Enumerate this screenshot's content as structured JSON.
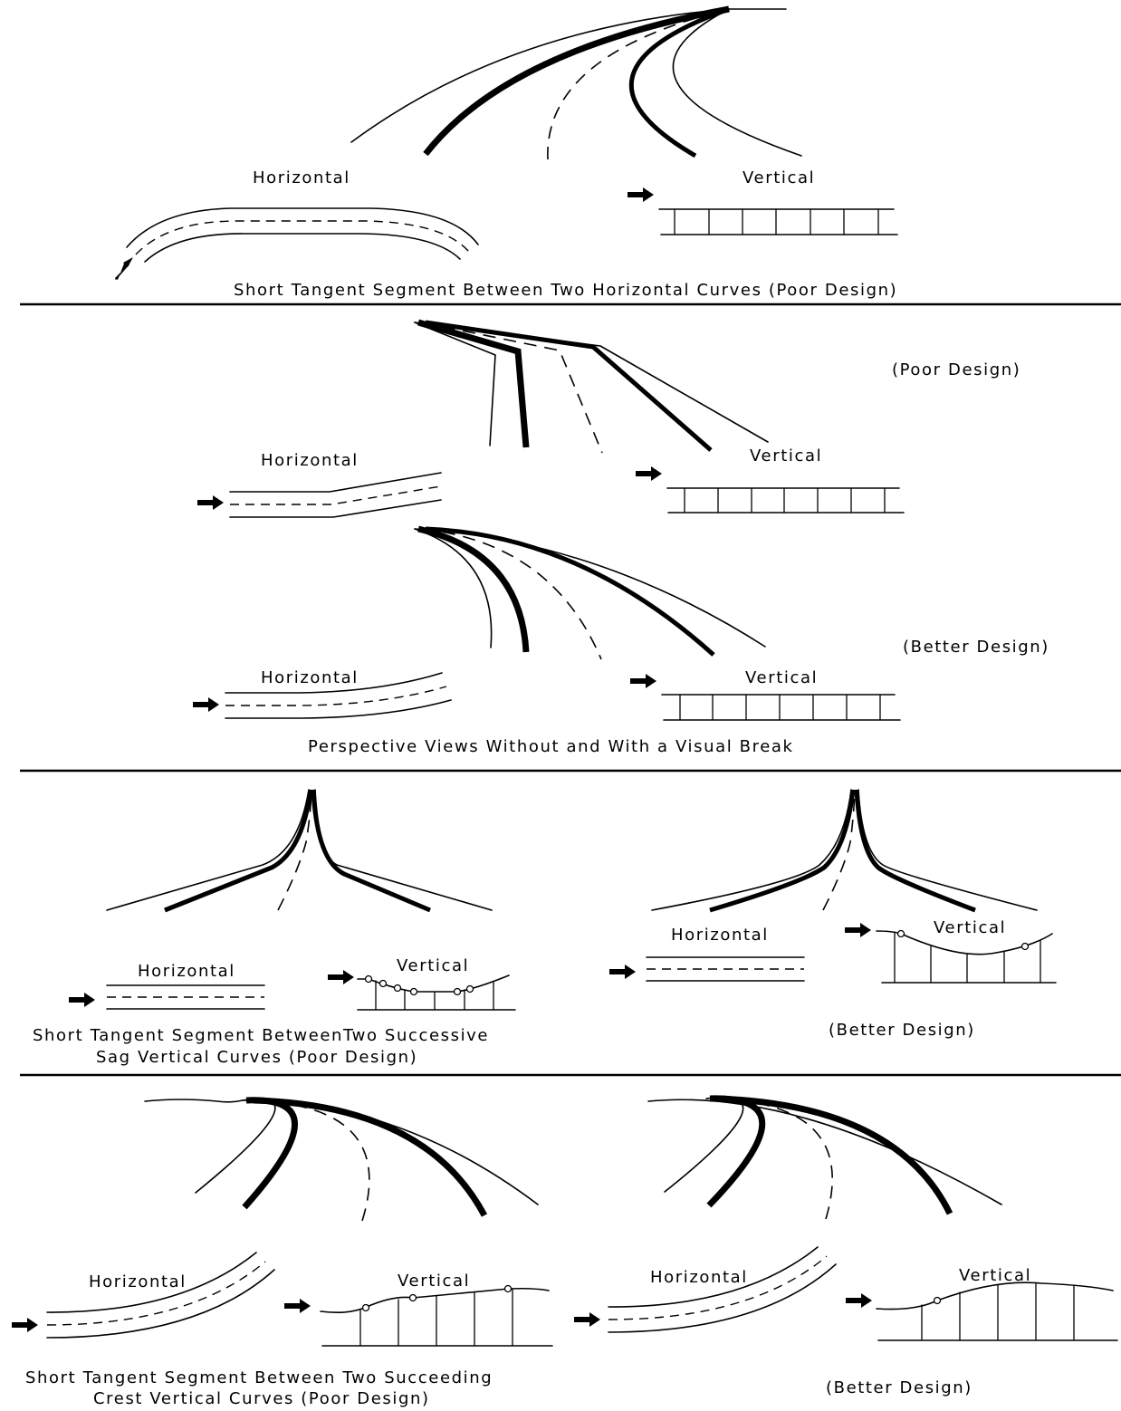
{
  "labels": {
    "horizontal": "Horizontal",
    "vertical": "Vertical",
    "poor_design": "(Poor Design)",
    "better_design": "(Better Design)"
  },
  "captions": {
    "panel1": "Short Tangent Segment Between Two Horizontal Curves (Poor Design)",
    "panel2": "Perspective Views Without and With a Visual Break",
    "panel3_line1": "Short Tangent Segment BetweenTwo Successive",
    "panel3_line2": "Sag Vertical Curves (Poor Design)",
    "panel4_line1": "Short Tangent Segment Between Two Succeeding",
    "panel4_line2": "Crest Vertical Curves (Poor Design)"
  }
}
